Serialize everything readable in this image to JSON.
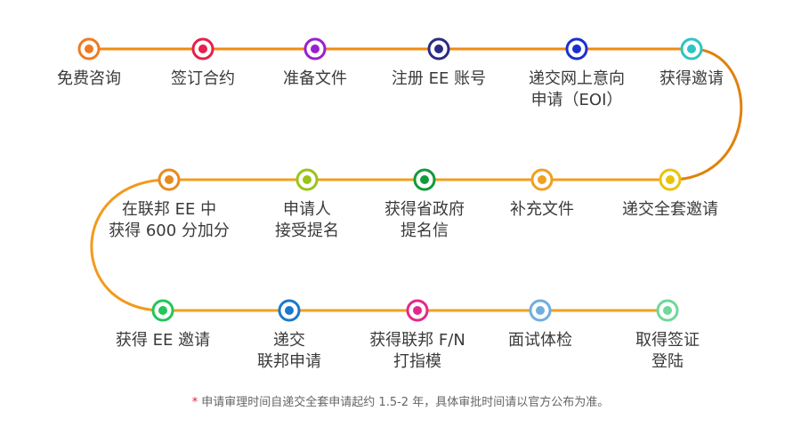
{
  "track_colors": {
    "row1": "#f08a10",
    "row2": "#f0a020",
    "row3": "#f0a020",
    "connector_right": "#e0820e",
    "connector_left": "#f29a1c"
  },
  "steps": [
    {
      "lines": [
        "免费咨询"
      ],
      "color": "#f07a20"
    },
    {
      "lines": [
        "签订合约"
      ],
      "color": "#e5204a"
    },
    {
      "lines": [
        "准备文件"
      ],
      "color": "#9b1fd0"
    },
    {
      "lines": [
        "注册 EE 账号"
      ],
      "color": "#2b2b86"
    },
    {
      "lines": [
        "递交网上意向",
        "申请（EOI）"
      ],
      "color": "#1a2fd0"
    },
    {
      "lines": [
        "获得邀请"
      ],
      "color": "#2fc4c4"
    },
    {
      "lines": [
        "递交全套邀请"
      ],
      "color": "#e8c20c"
    },
    {
      "lines": [
        "补充文件"
      ],
      "color": "#f0a020"
    },
    {
      "lines": [
        "获得省政府",
        "提名信"
      ],
      "color": "#129a3a"
    },
    {
      "lines": [
        "申请人",
        "接受提名"
      ],
      "color": "#9ac41a"
    },
    {
      "lines": [
        "在联邦 EE 中",
        "获得 600 分加分"
      ],
      "color": "#e88a20"
    },
    {
      "lines": [
        "获得 EE 邀请"
      ],
      "color": "#22c65a"
    },
    {
      "lines": [
        "递交",
        "联邦申请"
      ],
      "color": "#1f78c8"
    },
    {
      "lines": [
        "获得联邦 F/N",
        "打指模"
      ],
      "color": "#e4288a"
    },
    {
      "lines": [
        "面试体检"
      ],
      "color": "#70aee0"
    },
    {
      "lines": [
        "取得签证",
        "登陆"
      ],
      "color": "#6fd79a"
    }
  ],
  "footnote": {
    "star": "*",
    "text": "申请审理时间自递交全套申请起约 1.5-2 年，具体审批时间请以官方公布为准。"
  }
}
